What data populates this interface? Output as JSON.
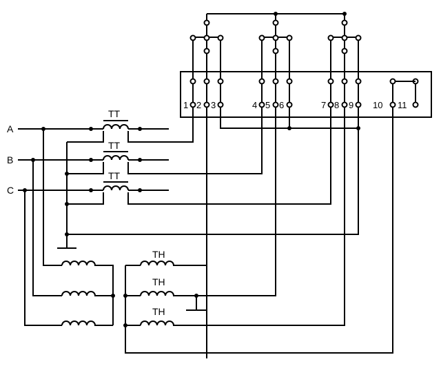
{
  "phases": [
    "A",
    "B",
    "C"
  ],
  "current_transformer_label": "TT",
  "voltage_transformer_label": "TH",
  "terminal_numbers": [
    "1",
    "2",
    "3",
    "4",
    "5",
    "6",
    "7",
    "8",
    "9",
    "10",
    "11"
  ]
}
